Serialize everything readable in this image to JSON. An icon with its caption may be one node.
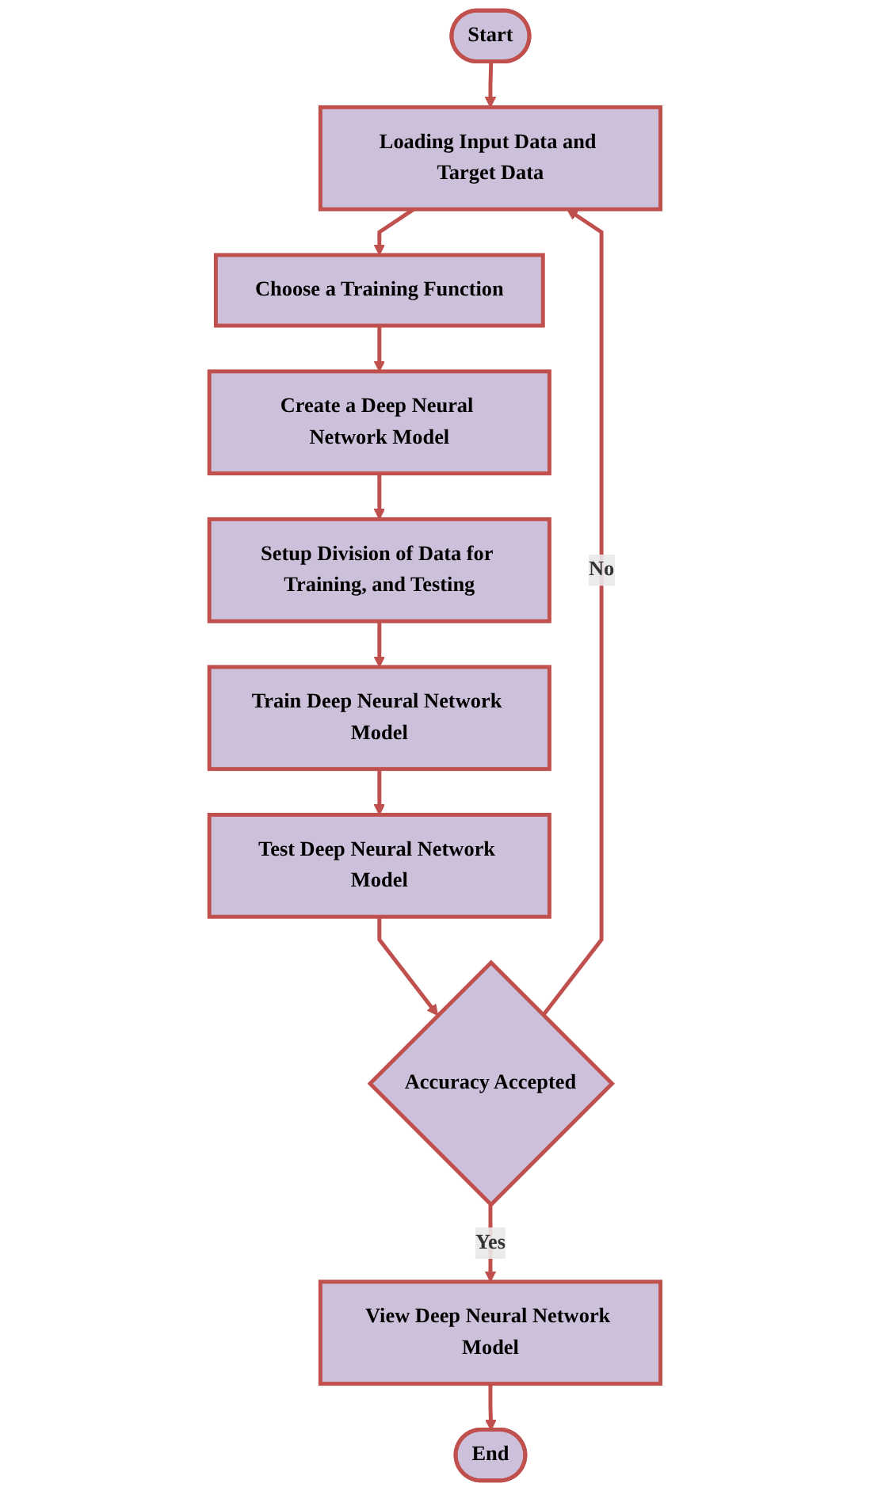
{
  "diagram": {
    "nodes": [
      {
        "text": [
          "Start"
        ]
      },
      {
        "text": [
          "Loading Input Data and Target Data"
        ]
      },
      {
        "text": [
          "Choose a Training Function"
        ]
      },
      {
        "text": [
          "Create a Deep Neural Network Model"
        ]
      },
      {
        "text": [
          "Setup Division of Data for Training, and Testing"
        ]
      },
      {
        "text": [
          "Train Deep Neural Network Model"
        ]
      },
      {
        "text": [
          "Test Deep Neural Network Model"
        ]
      },
      {
        "text": [
          "Accuracy Accepted"
        ]
      },
      {
        "text": [
          "View Deep Neural Network Model"
        ]
      },
      {
        "text": [
          "End"
        ]
      }
    ],
    "edges": [
      {
        "from": 0,
        "to": 1,
        "arrow": "to"
      },
      {
        "from": 1,
        "to": 2,
        "arrow": "to"
      },
      {
        "from": 2,
        "to": 3,
        "arrow": "to"
      },
      {
        "from": 3,
        "to": 4,
        "arrow": "to"
      },
      {
        "from": 4,
        "to": 5,
        "arrow": "to"
      },
      {
        "from": 5,
        "to": 6,
        "arrow": "to"
      },
      {
        "from": 6,
        "to": 7,
        "arrow": "to"
      },
      {
        "from": 7,
        "to": 1,
        "arrow": "to",
        "label": "No"
      },
      {
        "from": 7,
        "to": 8,
        "arrow": "to",
        "label": "Yes"
      },
      {
        "from": 8,
        "to": 9,
        "arrow": "to"
      }
    ]
  }
}
